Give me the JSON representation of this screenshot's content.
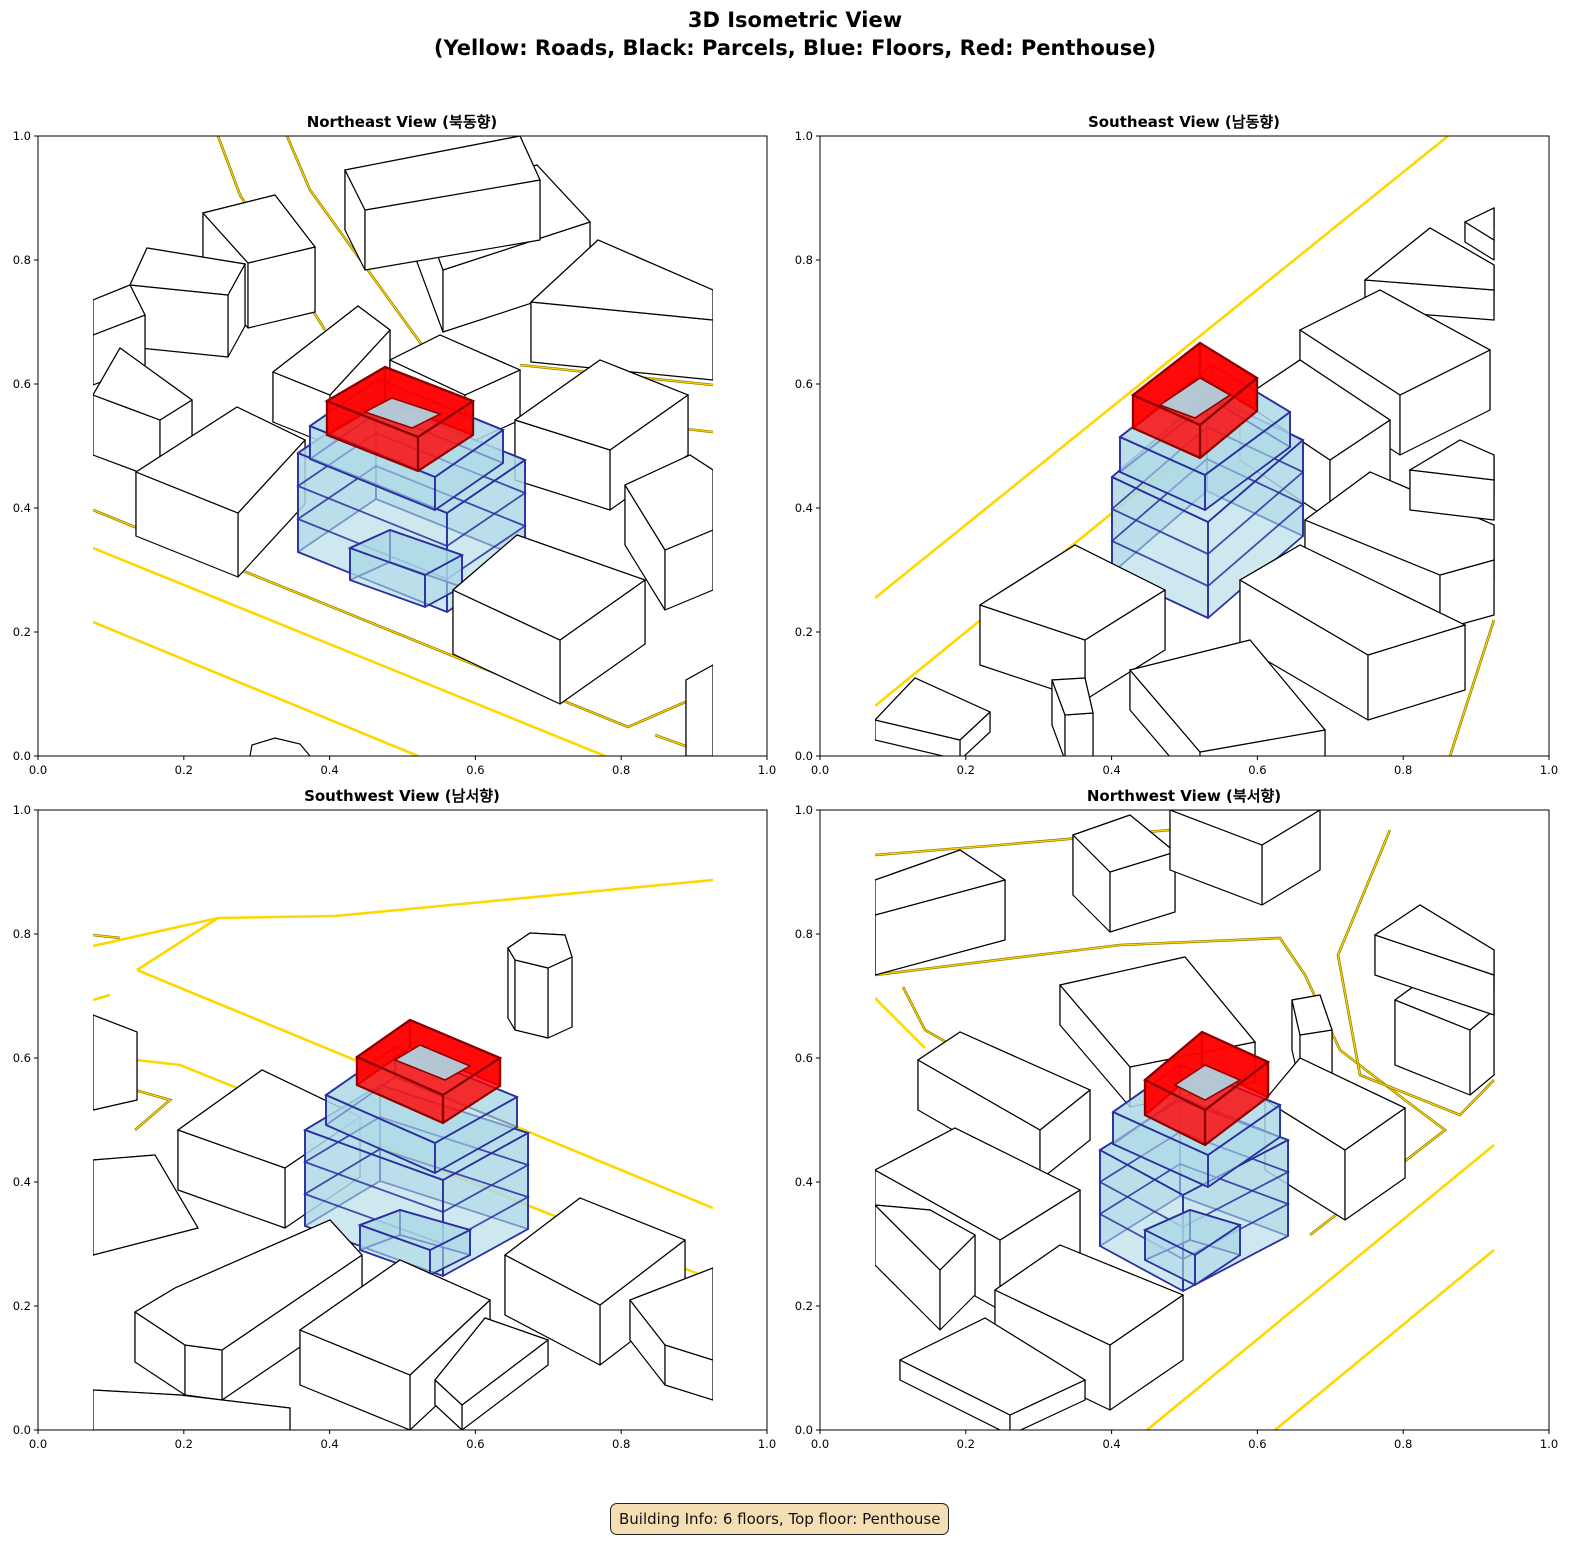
{
  "figure": {
    "title_line1": "3D Isometric View",
    "title_line2": "(Yellow: Roads, Black: Parcels, Blue: Floors, Red: Penthouse)"
  },
  "legend_colors": {
    "roads": "#ffd700",
    "road_edges": "#8b7500",
    "parcels": "#000000",
    "floors_fill": "#add8e6",
    "floors_edge": "#2a2fa0",
    "penthouse": "#ff0000",
    "penthouse_edge": "#8b0000"
  },
  "panels": [
    {
      "title": "Northeast View (북동향)"
    },
    {
      "title": "Southeast View (남동향)"
    },
    {
      "title": "Southwest View (남서향)"
    },
    {
      "title": "Northwest View (북서향)"
    }
  ],
  "axes": {
    "x_ticks": [
      "0.0",
      "0.2",
      "0.4",
      "0.6",
      "0.8",
      "1.0"
    ],
    "y_ticks": [
      "0.0",
      "0.2",
      "0.4",
      "0.6",
      "0.8",
      "1.0"
    ],
    "xlim": [
      0,
      1
    ],
    "ylim": [
      0,
      1
    ]
  },
  "info_box": "Building Info: 6 floors, Top floor: Penthouse"
}
